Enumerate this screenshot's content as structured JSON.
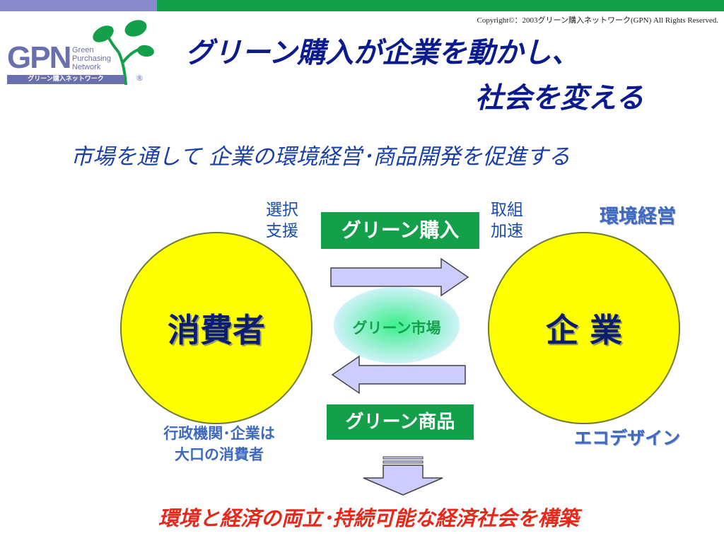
{
  "header": {
    "copyright": "Copyright©：2003グリーン購入ネットワーク(GPN) All Rights Reserved."
  },
  "logo": {
    "letters": "GPN",
    "words": [
      "Green",
      "Purchasing",
      "Network"
    ],
    "band_text": "グリーン購入ネットワーク",
    "registered": "®"
  },
  "title": {
    "line1": "グリーン購入が企業を動かし、",
    "line2": "社会を変える"
  },
  "subtitle": "市場を通して 企業の環境経営･商品開発を促進する",
  "diagram": {
    "consumer_actions": [
      "選択",
      "支援"
    ],
    "company_actions": [
      "取組",
      "加速"
    ],
    "environmental_management": "環境経営",
    "green_purchasing": "グリーン購入",
    "consumer": "消費者",
    "company": "企 業",
    "green_market": "グリーン市場",
    "green_products": "グリーン商品",
    "government_note": [
      "行政機関･企業は",
      "大口の消費者"
    ],
    "eco_design": "エコデザイン",
    "conclusion": "環境と経済の両立･持続可能な経済社会を構築"
  },
  "colors": {
    "title_navy": "#0a1a8f",
    "subtitle_blue": "#1a3fa8",
    "label_blue": "#3d6ac0",
    "box_green": "#14a04a",
    "circle_yellow": "#ffff00",
    "arrow_fill": "#ccccff",
    "conclusion_red": "#e8271b"
  }
}
